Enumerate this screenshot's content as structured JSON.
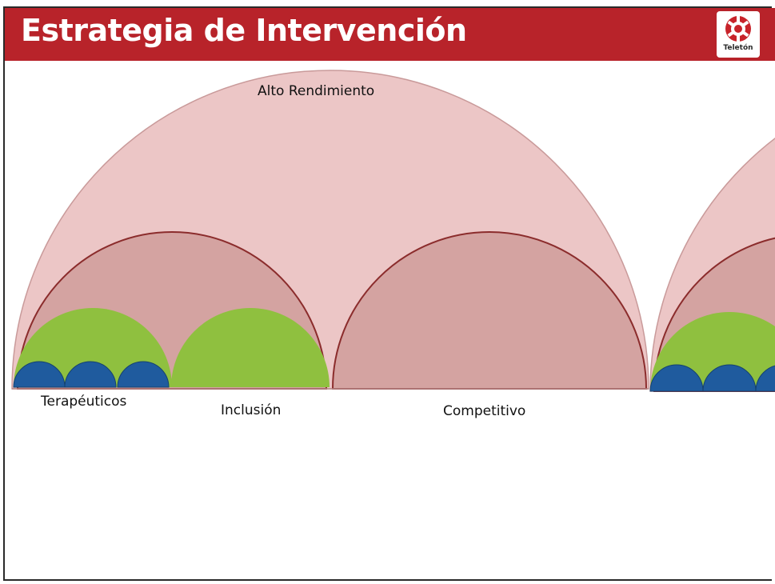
{
  "slide": {
    "title": "Estrategia de Intervención"
  },
  "logo": {
    "text": "Teletón",
    "icon": "teleton-logo-icon"
  },
  "diagram": {
    "labels": {
      "top": "Alto Rendimiento",
      "therapeutic": "Terapéuticos",
      "inclusion": "Inclusión",
      "competitive": "Competitivo"
    }
  },
  "colors": {
    "header": "#b8232a",
    "outer_arc": "#ecc6c6",
    "mid_arc": "#d4a3a1",
    "inclusion_arc": "#8fc03f",
    "therapeutic_arc": "#1f5b9e",
    "arc_stroke": "#8b2c2c"
  }
}
